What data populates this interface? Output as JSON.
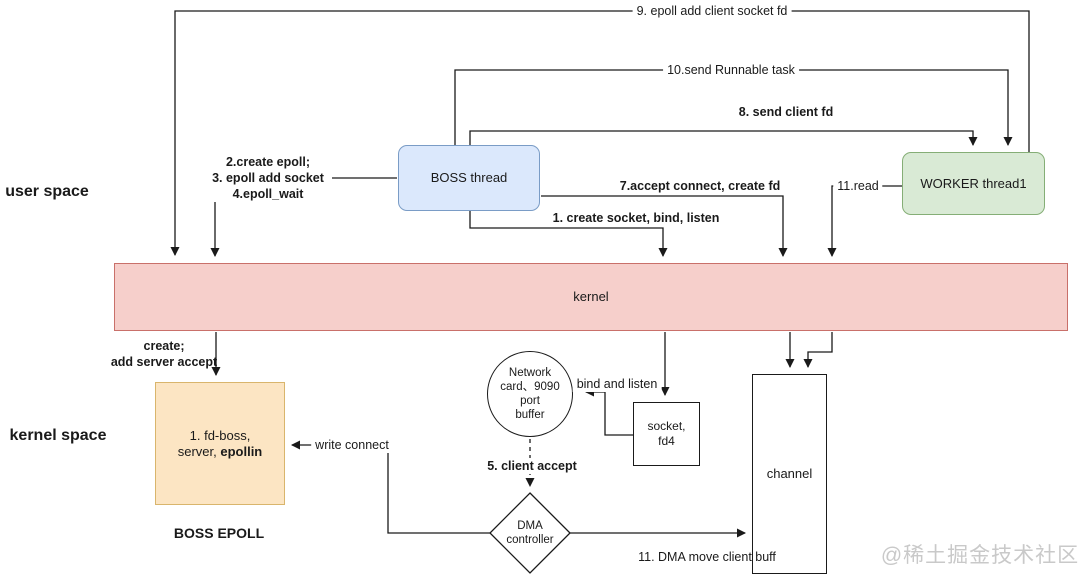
{
  "spaces": {
    "user": "user space",
    "kernel": "kernel space"
  },
  "nodes": {
    "boss_thread": "BOSS thread",
    "worker_thread": "WORKER thread1",
    "kernel_bar": "kernel",
    "boss_epoll": {
      "line1": "1. fd-boss,",
      "line2_prefix": "server, ",
      "line2_bold": "epollin",
      "caption": "BOSS EPOLL"
    },
    "network_card": {
      "line1": "Network",
      "line2": "card、9090",
      "line3": "port",
      "line4": "buffer"
    },
    "socket_fd": {
      "line1": "socket,",
      "line2": "fd4"
    },
    "dma": {
      "line1": "DMA",
      "line2": "controller"
    },
    "channel": "channel"
  },
  "edges": {
    "e9": "9. epoll add  client socket fd",
    "e10": "10.send Runnable task",
    "e8": "8. send client fd",
    "e7": "7.accept connect, create fd",
    "e1": "1. create socket, bind, listen",
    "e11_read": "11.read",
    "syscalls": {
      "line1": "2.create epoll;",
      "line2": "3. epoll add  socket",
      "line3": "4.epoll_wait"
    },
    "create_add": {
      "line1": "create;",
      "line2": "add server accept"
    },
    "write_connect": "write connect",
    "bind_listen": "bind and listen",
    "e5": "5. client accept",
    "e11_dma": "11. DMA move client buff"
  },
  "watermark": "@稀土掘金技术社区",
  "colors": {
    "boss_fill": "#dbe8fc",
    "boss_border": "#7a9cc6",
    "worker_fill": "#d9ead5",
    "worker_border": "#85ae76",
    "kernel_fill": "#f6cfcb",
    "kernel_border": "#c9706a",
    "epoll_fill": "#fce5c3",
    "epoll_border": "#d9b56c",
    "line": "#1a1a1a"
  }
}
